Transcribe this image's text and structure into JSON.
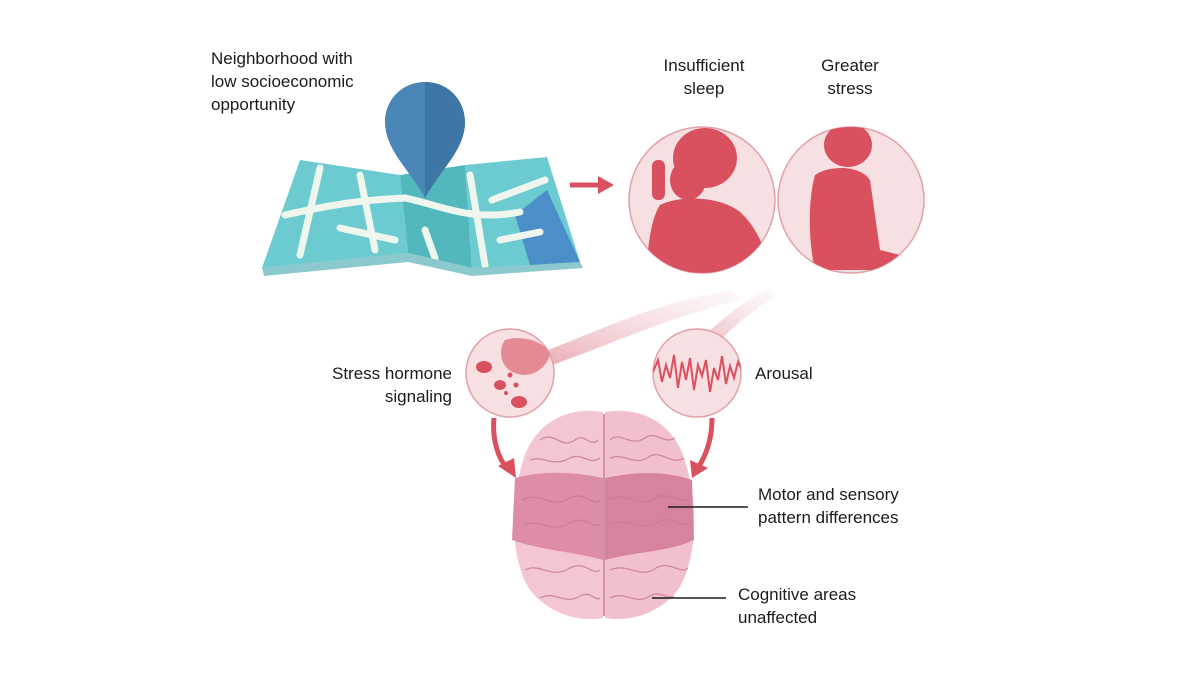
{
  "labels": {
    "neighborhood": [
      "Neighborhood with",
      "low socioeconomic",
      "opportunity"
    ],
    "insufficient_sleep": [
      "Insufficient",
      "sleep"
    ],
    "greater_stress": [
      "Greater",
      "stress"
    ],
    "stress_hormone": [
      "Stress hormone",
      "signaling"
    ],
    "arousal": [
      "Arousal"
    ],
    "motor_sensory": [
      "Motor and sensory",
      "pattern differences"
    ],
    "cognitive": [
      "Cognitive areas",
      "unaffected"
    ]
  },
  "colors": {
    "map_teal": "#5cc3c8",
    "map_blue": "#4a8fc8",
    "pin_blue": "#4a86b8",
    "accent_red": "#d9505e",
    "circle_fill": "#f7e0e2",
    "brain_light": "#f4c6d2",
    "brain_band": "#dd8ea6",
    "text": "#1b1b1b"
  },
  "icons": {
    "map": "map-icon",
    "pin": "location-pin-icon",
    "child_sleep": "child-yawning-icon",
    "child_stress": "child-sitting-icon",
    "hormone": "gland-hormone-icon",
    "arousal": "waveform-icon",
    "brain": "brain-icon"
  }
}
